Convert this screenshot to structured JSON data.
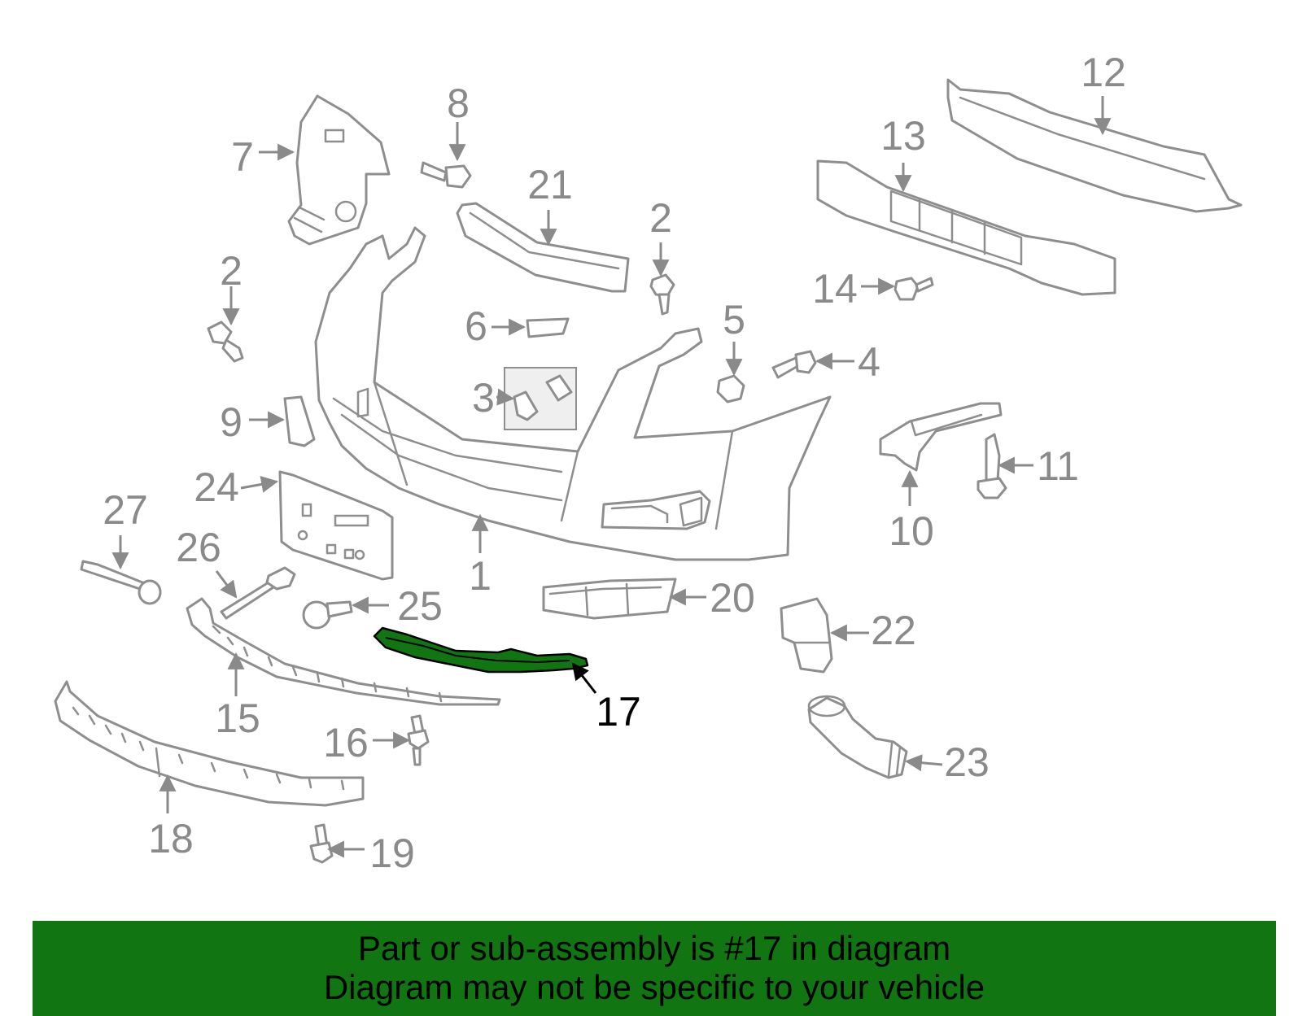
{
  "diagram": {
    "highlight_color": "#117511",
    "line_color": "#8e8e8e",
    "callouts": [
      "1",
      "2",
      "2",
      "3",
      "4",
      "5",
      "6",
      "7",
      "8",
      "9",
      "10",
      "11",
      "12",
      "13",
      "14",
      "15",
      "16",
      "17",
      "18",
      "19",
      "20",
      "21",
      "22",
      "23",
      "24",
      "25",
      "26",
      "27"
    ],
    "highlighted_callout": "17"
  },
  "banner": {
    "line1": "Part or sub-assembly is #17 in diagram",
    "line2": "Diagram may not be specific to your vehicle",
    "background": "#117511"
  }
}
